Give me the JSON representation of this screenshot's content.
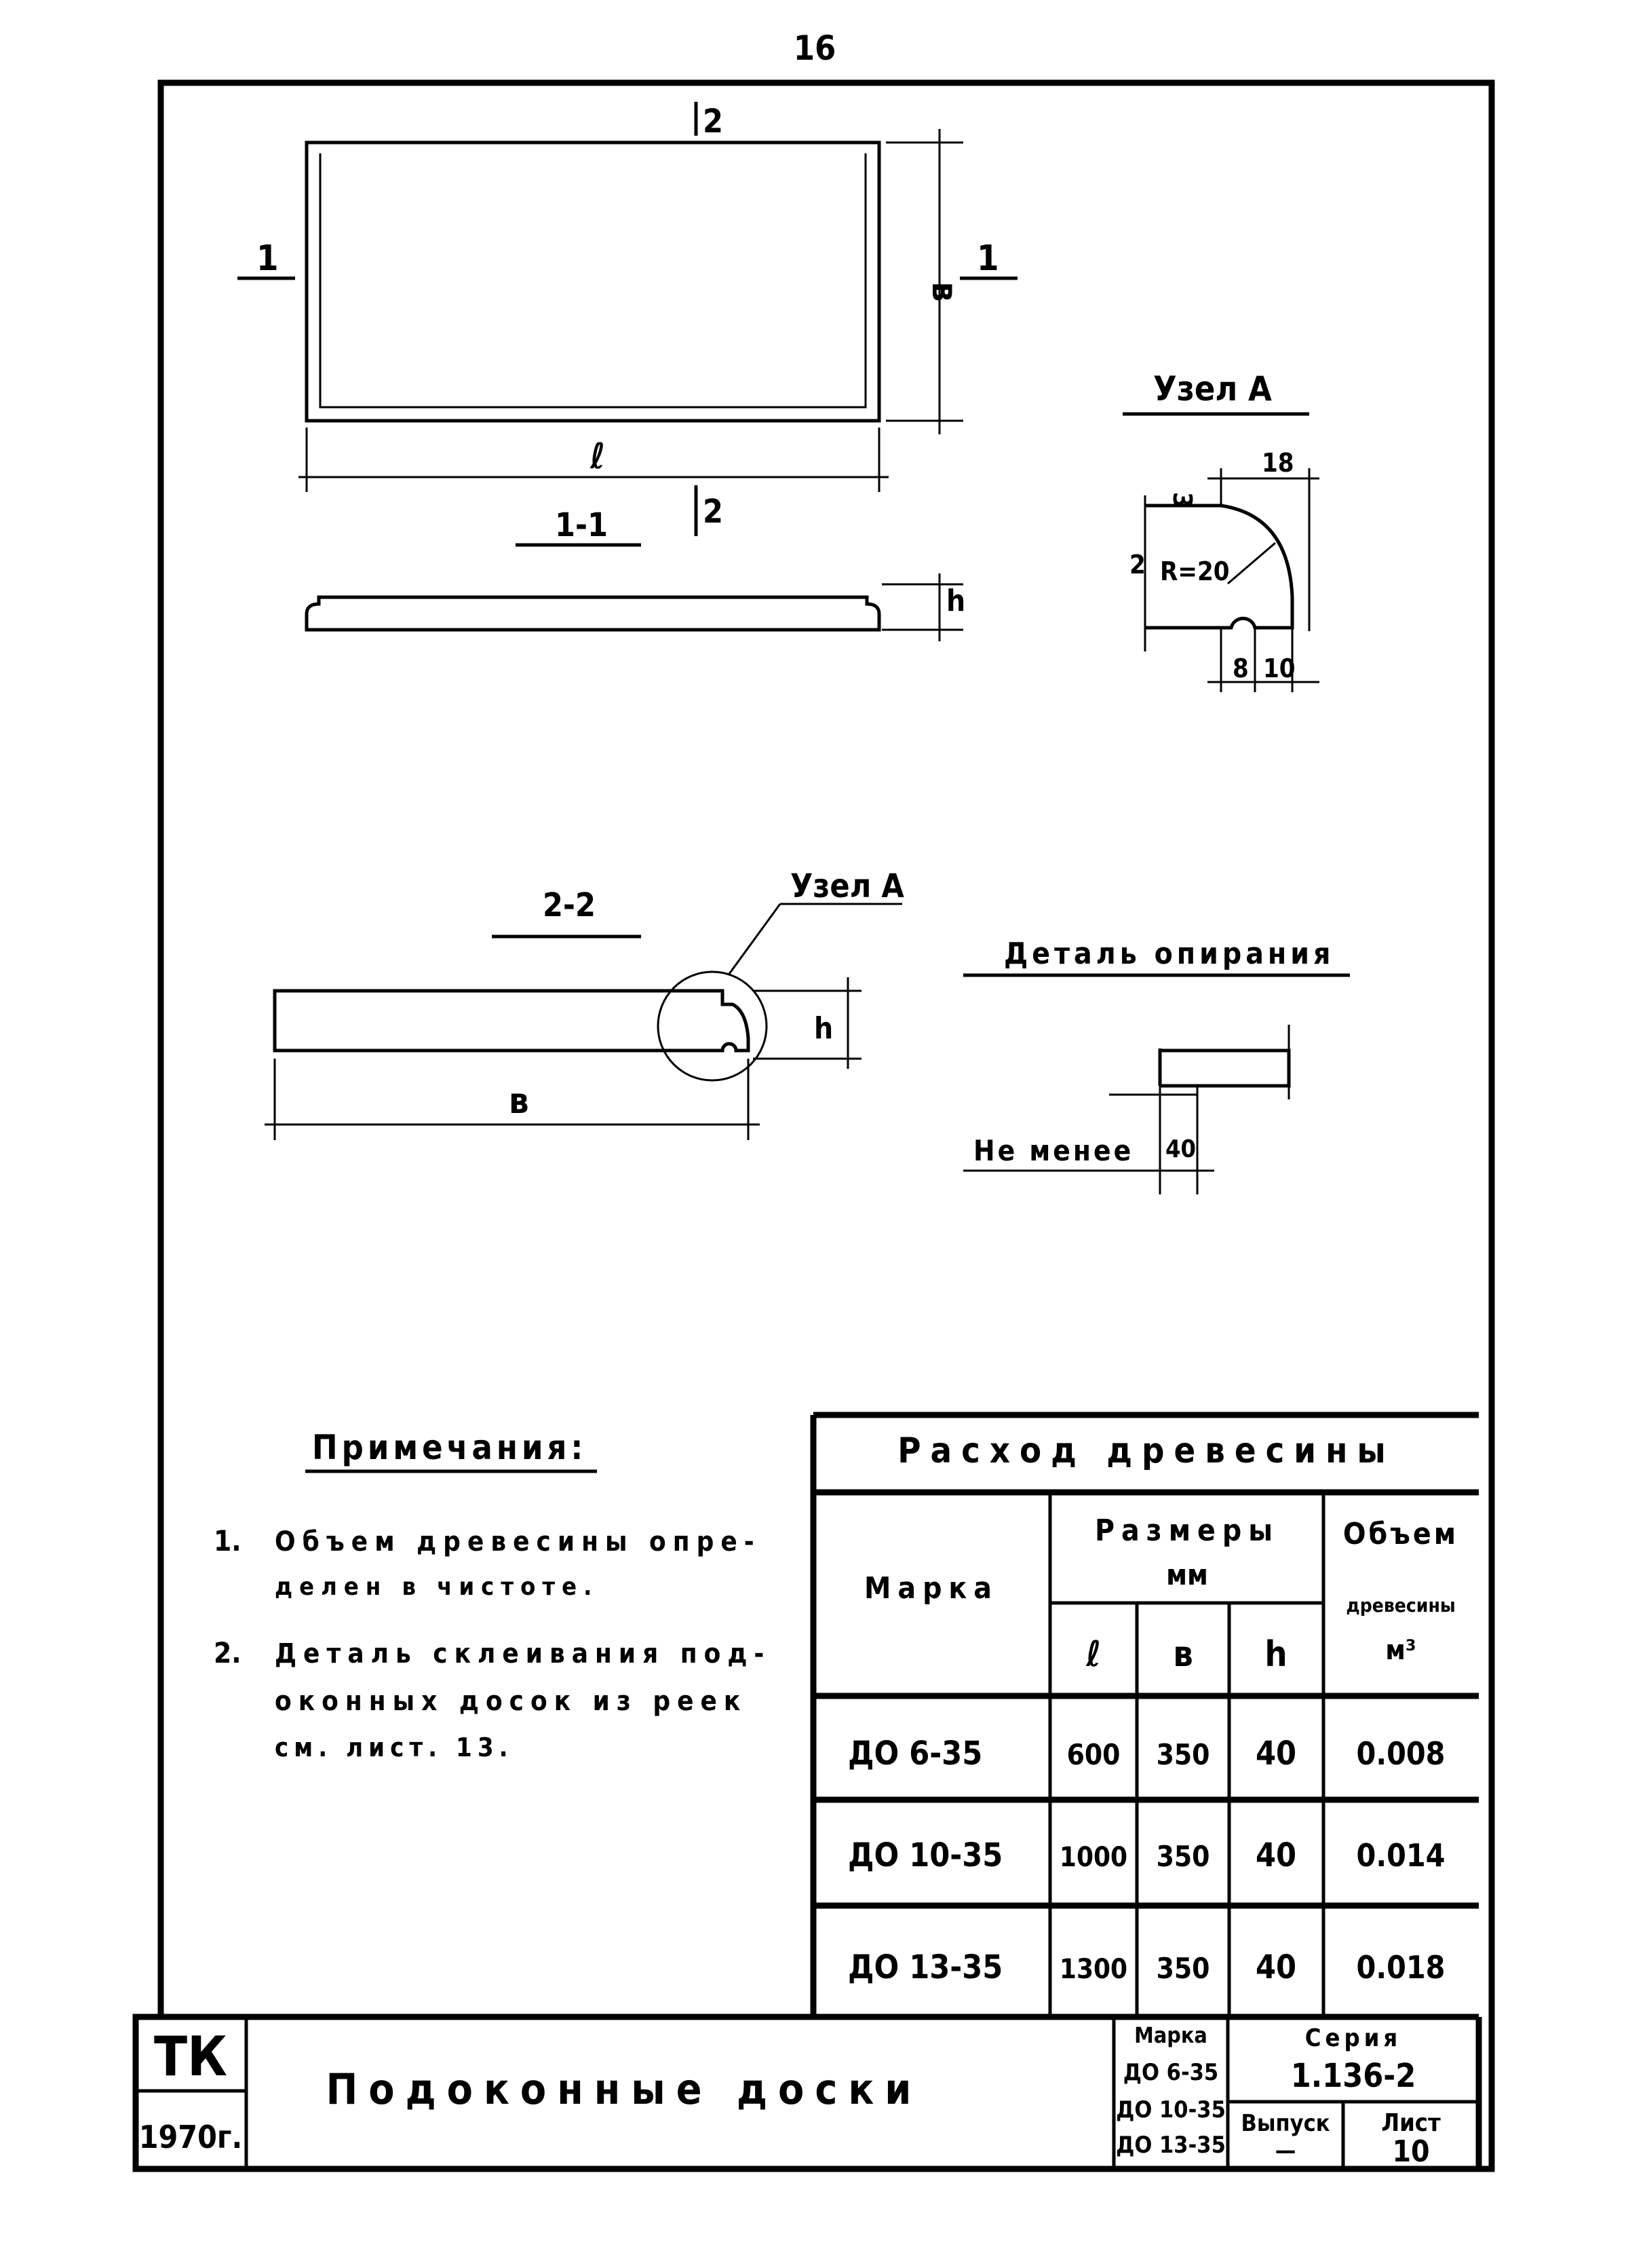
{
  "page_number": "16",
  "plan": {
    "section_mark_top": "2",
    "section_mark_bottom": "2",
    "section_left": "1",
    "section_right": "1",
    "dim_length": "ℓ",
    "dim_width": "в"
  },
  "section_1_1": {
    "title": "1-1",
    "dim_height": "h"
  },
  "node_a": {
    "title": "Узел А",
    "dim_top": "18",
    "dim_step": "3",
    "dim_side": "2",
    "radius": "R=20",
    "dim_bottom_1": "8",
    "dim_bottom_2": "10"
  },
  "section_2_2": {
    "title": "2-2",
    "callout": "Узел А",
    "dim_width": "в",
    "dim_height": "h"
  },
  "support_detail": {
    "title": "Деталь опирания",
    "label": "Не менее",
    "dim": "40"
  },
  "notes": {
    "title": "Примечания:",
    "items": [
      {
        "num": "1.",
        "lines": [
          "Объем древесины опре-",
          "делен в чистоте."
        ]
      },
      {
        "num": "2.",
        "lines": [
          "Деталь склеивания под-",
          "оконных досок из реек",
          "см. лист. 13."
        ]
      }
    ]
  },
  "table": {
    "title": "Расход древесины",
    "col_mark": "Марка",
    "col_sizes": "Размеры",
    "col_sizes_unit": "мм",
    "col_l": "ℓ",
    "col_b": "в",
    "col_h": "h",
    "col_volume": "Объем",
    "col_volume_2": "древесины",
    "col_volume_unit": "м³",
    "rows": [
      {
        "mark": "ДО 6-35",
        "l": "600",
        "b": "350",
        "h": "40",
        "volume": "0.008"
      },
      {
        "mark": "ДО 10-35",
        "l": "1000",
        "b": "350",
        "h": "40",
        "volume": "0.014"
      },
      {
        "mark": "ДО 13-35",
        "l": "1300",
        "b": "350",
        "h": "40",
        "volume": "0.018"
      }
    ]
  },
  "title_block": {
    "org": "ТК",
    "year": "1970г.",
    "title": "Подоконные доски",
    "mark_label": "Марка",
    "marks": [
      "ДО 6-35",
      "ДО 10-35",
      "ДО 13-35"
    ],
    "series_label": "Серия",
    "series": "1.136-2",
    "issue_label": "Выпуск",
    "issue": "—",
    "sheet_label": "Лист",
    "sheet": "10"
  }
}
